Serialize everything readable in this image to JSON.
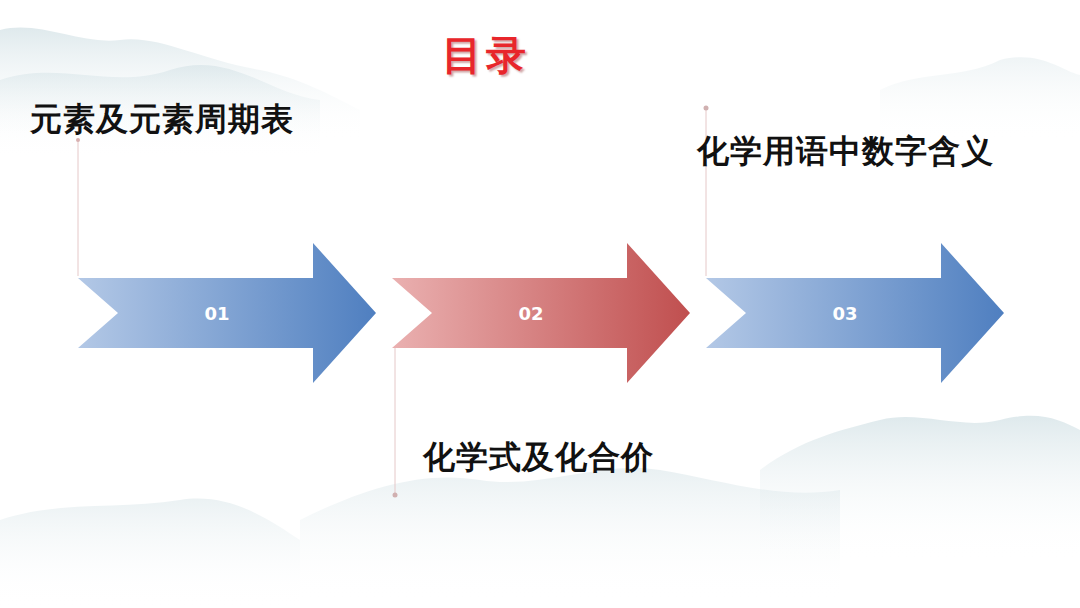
{
  "diagram": {
    "title": "目录",
    "nodes": [
      {
        "text": [
          "01"
        ]
      },
      {
        "text": [
          "02"
        ]
      },
      {
        "text": [
          "03"
        ]
      }
    ],
    "labels": [
      "元素及元素周期表",
      "化学式及化合价",
      "化学用语中数字含义"
    ]
  }
}
